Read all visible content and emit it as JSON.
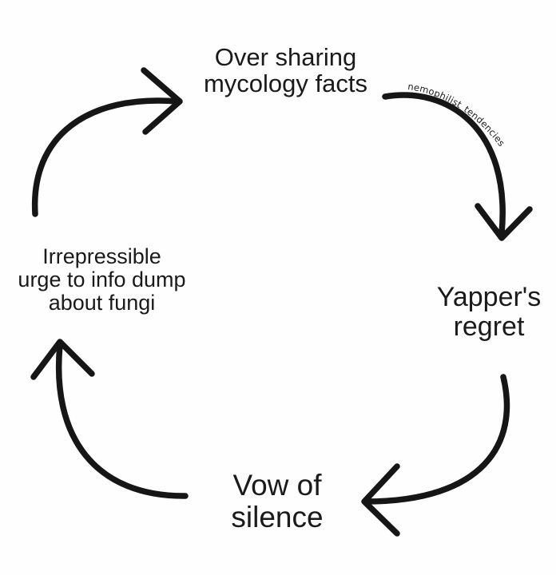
{
  "cycle": {
    "steps": [
      {
        "lines": [
          "Over sharing",
          "mycology facts"
        ]
      },
      {
        "lines": [
          "Yapper's",
          "regret"
        ]
      },
      {
        "lines": [
          "Vow of",
          "silence"
        ]
      },
      {
        "lines": [
          "Irrepressible",
          "urge to info dump",
          "about fungi"
        ]
      }
    ]
  },
  "watermark": "nemophilist_tendencies",
  "colors": {
    "arrow": "#161616",
    "text": "#1a1a1a",
    "background": "#fefefe"
  }
}
